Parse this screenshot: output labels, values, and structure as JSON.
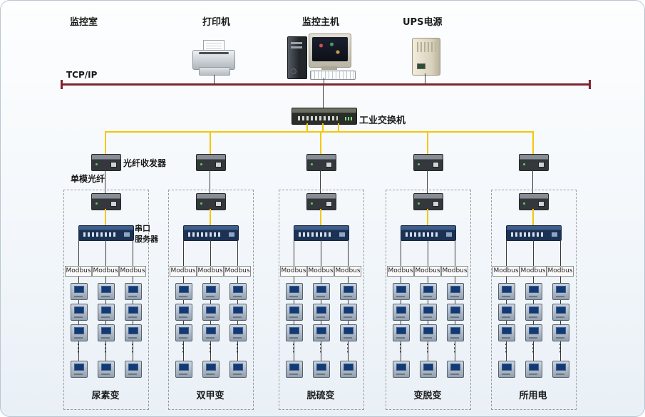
{
  "top_row": {
    "room_label": "监控室",
    "printer_label": "打印机",
    "host_label": "监控主机",
    "ups_label": "UPS电源"
  },
  "network": {
    "bus_label": "TCP/IP",
    "switch_label": "工业交换机",
    "fiber_transceiver_label": "光纤收发器",
    "fiber_mode_label": "单模光纤",
    "serial_server_label": [
      "串口",
      "服务器"
    ],
    "ellipsis": "⋮"
  },
  "groups": [
    {
      "name": "尿素变",
      "modbus_columns": [
        "Modbus",
        "Modbus",
        "Modbus"
      ]
    },
    {
      "name": "双甲变",
      "modbus_columns": [
        "Modbus",
        "Modbus",
        "Modbus"
      ]
    },
    {
      "name": "脱硫变",
      "modbus_columns": [
        "Modbus",
        "Modbus",
        "Modbus"
      ]
    },
    {
      "name": "变脱变",
      "modbus_columns": [
        "Modbus",
        "Modbus",
        "Modbus"
      ]
    },
    {
      "name": "所用电",
      "modbus_columns": [
        "Modbus",
        "Modbus",
        "Modbus"
      ]
    }
  ],
  "colors": {
    "bus_line": "#7e2430",
    "fiber_link_line": "#f4c608",
    "signal_line": "#3a3a3a"
  }
}
